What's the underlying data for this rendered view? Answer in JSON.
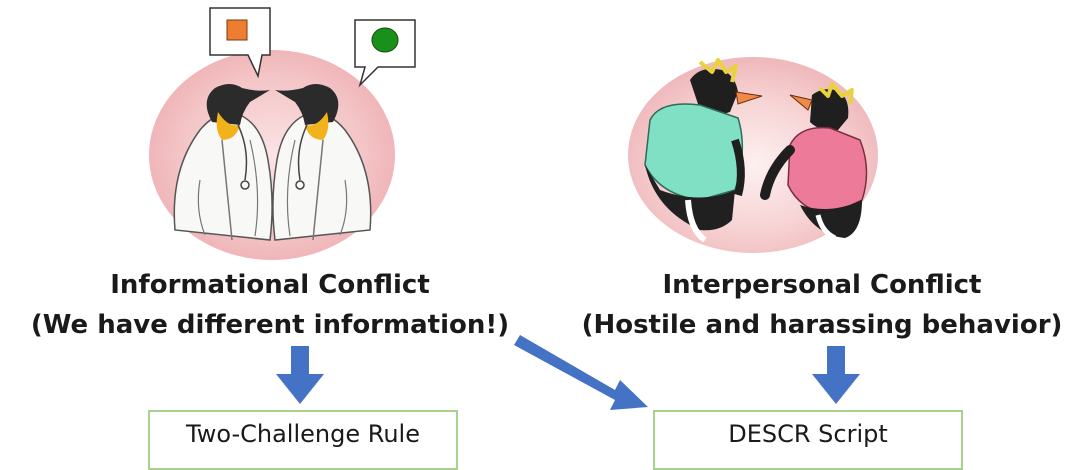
{
  "left_panel": {
    "title": "Informational Conflict",
    "subtitle": "(We have different information!)",
    "speech_bubbles": [
      "orange-square",
      "green-circle"
    ]
  },
  "right_panel": {
    "title": "Interpersonal Conflict",
    "subtitle": "(Hostile and harassing behavior)"
  },
  "outcomes": {
    "left_box": "Two-Challenge Rule",
    "right_box": "DESCR Script"
  },
  "colors": {
    "arrow": "#4472c4",
    "box_border": "#a9d18e",
    "oval": "#f4c6c8",
    "orange_square": "#ed7d31",
    "green_circle": "#1a8f1a",
    "shirt_teal": "#7fe0c4",
    "shirt_pink": "#ee7a9a"
  }
}
